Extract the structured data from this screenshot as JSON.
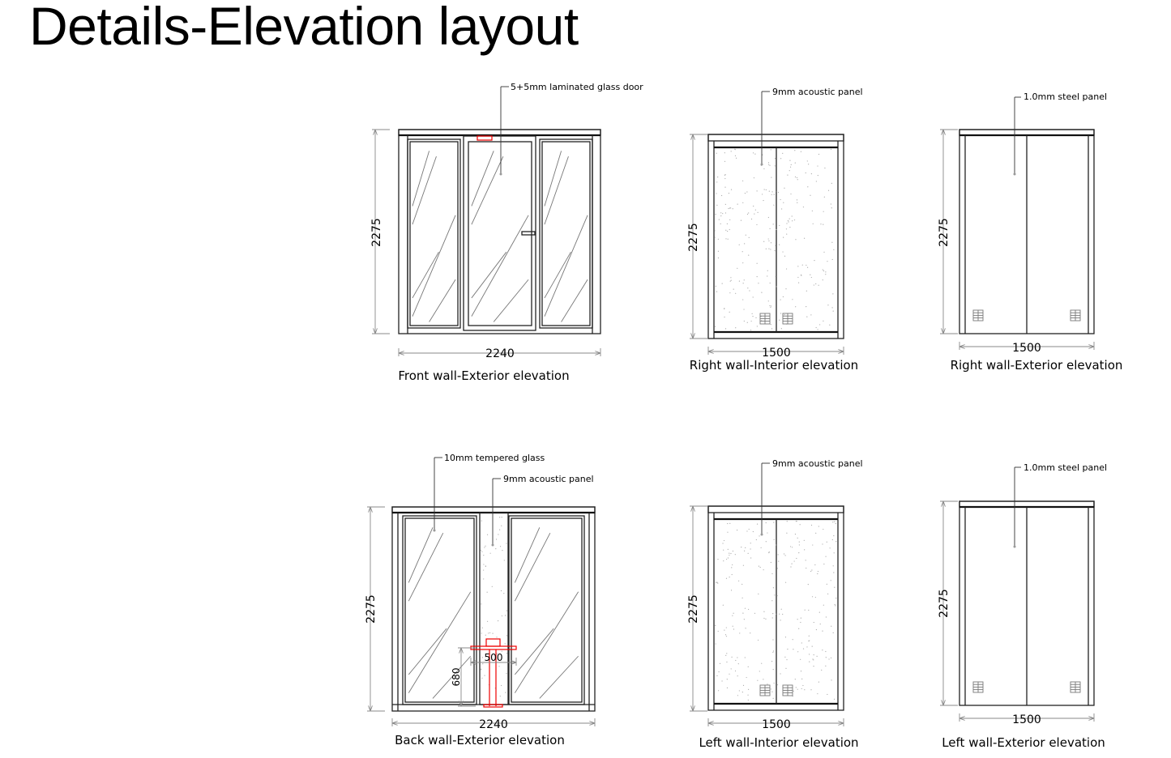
{
  "title": "Details-Elevation layout",
  "elevations": {
    "front": {
      "label": "Front wall-Exterior elevation",
      "height": "2275",
      "width": "2240",
      "callout": "5+5mm laminated glass door"
    },
    "right_interior": {
      "label": "Right wall-Interior elevation",
      "height": "2275",
      "width": "1500",
      "callout": "9mm acoustic panel"
    },
    "right_exterior": {
      "label": "Right wall-Exterior elevation",
      "height": "2275",
      "width": "1500",
      "callout": "1.0mm steel panel"
    },
    "back": {
      "label": "Back wall-Exterior elevation",
      "height": "2275",
      "width": "2240",
      "callout_glass": "10mm tempered glass",
      "callout_panel": "9mm acoustic panel",
      "table_height": "680",
      "table_width": "500"
    },
    "left_interior": {
      "label": "Left wall-Interior elevation",
      "height": "2275",
      "width": "1500",
      "callout": "9mm acoustic panel"
    },
    "left_exterior": {
      "label": "Left wall-Exterior elevation",
      "height": "2275",
      "width": "1500",
      "callout": "1.0mm steel panel"
    }
  },
  "colors": {
    "line": "#222222",
    "accent": "#ee0000"
  }
}
